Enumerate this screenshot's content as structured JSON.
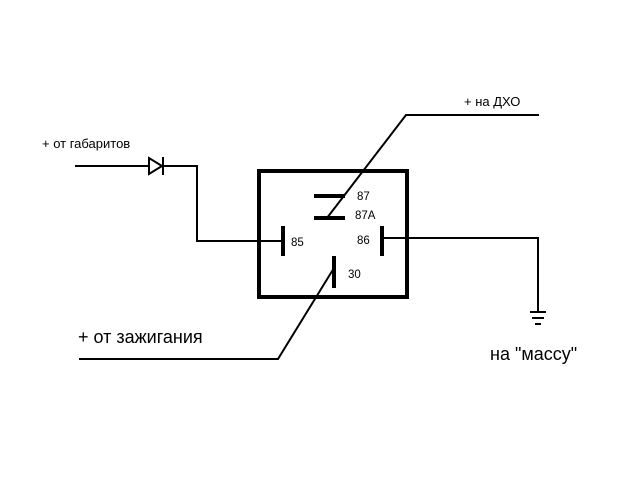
{
  "diagram": {
    "labels": {
      "dho": "+ на ДХО",
      "gabarity": "+ от габаритов",
      "ignition": "+ от зажигания",
      "ground": "на \"массу\""
    },
    "pins": {
      "p87": "87",
      "p87a": "87A",
      "p85": "85",
      "p86": "86",
      "p30": "30"
    },
    "colors": {
      "ink": "#000000",
      "background": "#ffffff"
    }
  }
}
